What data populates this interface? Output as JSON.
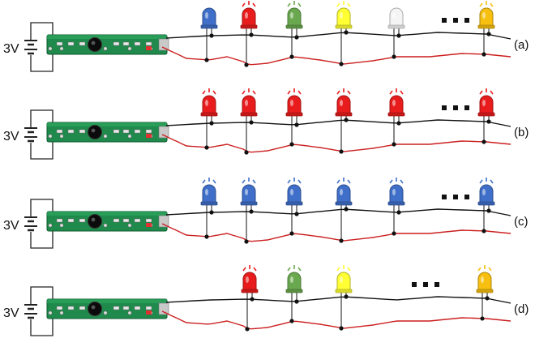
{
  "panels": [
    {
      "label": "(a)",
      "voltage": "3V",
      "leds": [
        {
          "color": "#3f6fc9",
          "lit": false
        },
        {
          "color": "#e81c1c",
          "lit": true
        },
        {
          "color": "#6aa84f",
          "lit": true
        },
        {
          "color": "#ffff33",
          "lit": true
        },
        {
          "color": "#f4f4f4",
          "lit": false
        },
        {
          "color": "#f7bf10",
          "lit": true
        }
      ]
    },
    {
      "label": "(b)",
      "voltage": "3V",
      "leds": [
        {
          "color": "#e81c1c",
          "lit": true
        },
        {
          "color": "#e81c1c",
          "lit": true
        },
        {
          "color": "#e81c1c",
          "lit": true
        },
        {
          "color": "#e81c1c",
          "lit": true
        },
        {
          "color": "#e81c1c",
          "lit": true
        },
        {
          "color": "#e81c1c",
          "lit": true
        }
      ]
    },
    {
      "label": "(c)",
      "voltage": "3V",
      "leds": [
        {
          "color": "#3f6fc9",
          "lit": true
        },
        {
          "color": "#3f6fc9",
          "lit": true
        },
        {
          "color": "#3f6fc9",
          "lit": true
        },
        {
          "color": "#3f6fc9",
          "lit": true
        },
        {
          "color": "#3f6fc9",
          "lit": true
        },
        {
          "color": "#3f6fc9",
          "lit": true
        }
      ]
    },
    {
      "label": "(d)",
      "voltage": "3V",
      "leds": [
        {
          "color": "#e81c1c",
          "lit": true
        },
        {
          "color": "#6aa84f",
          "lit": true
        },
        {
          "color": "#ffff33",
          "lit": true
        },
        {
          "color": "#f7bf10",
          "lit": true
        }
      ]
    }
  ],
  "wire_colors": {
    "positive": "#cc1f1f",
    "negative": "#111111"
  },
  "board_color": "#1f8a4c"
}
